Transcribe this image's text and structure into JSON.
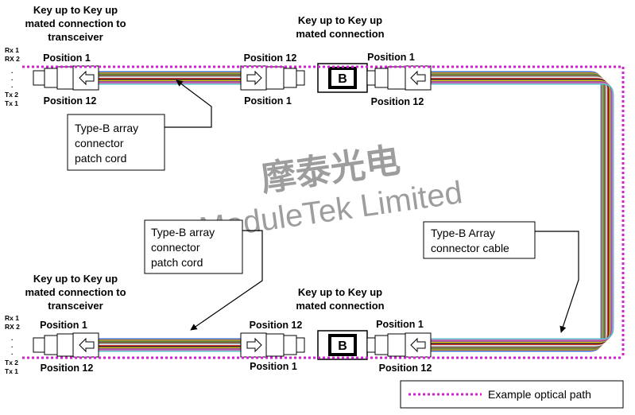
{
  "headings": {
    "top_left": [
      "Key up to Key up",
      "mated connection to",
      "transceiver"
    ],
    "top_mid": [
      "Key up to Key up",
      "mated connection"
    ],
    "bot_left": [
      "Key up to Key up",
      "mated connection to",
      "transceiver"
    ],
    "bot_mid": [
      "Key up to Key up",
      "mated connection"
    ]
  },
  "positions": {
    "p1": "Position 1",
    "p12": "Position 12"
  },
  "side_labels": {
    "rx1": "Rx 1",
    "rx2": "RX 2",
    "dots": [
      ".",
      ".",
      "."
    ],
    "tx2": "Tx 2",
    "tx1": "Tx 1"
  },
  "adapter_label": "B",
  "callouts": {
    "patch_cord_top": [
      "Type-B  array",
      "connector",
      "patch cord"
    ],
    "patch_cord_bot": [
      "Type-B  array",
      "connector",
      "patch cord"
    ],
    "array_cable": [
      "Type-B Array",
      "connector cable"
    ]
  },
  "legend": {
    "label": "Example optical path",
    "color": "#d020d0"
  },
  "watermark": {
    "cn": "摩泰光电",
    "en": "ModuleTek Limited"
  },
  "fiber_colors": [
    "#3a6fd0",
    "#e08a2a",
    "#4aa04a",
    "#8a5a2a",
    "#7a7a7a",
    "#e8e8e8",
    "#d03030",
    "#222222",
    "#e8d020",
    "#8040a0",
    "#e070b0",
    "#50c0d0"
  ]
}
